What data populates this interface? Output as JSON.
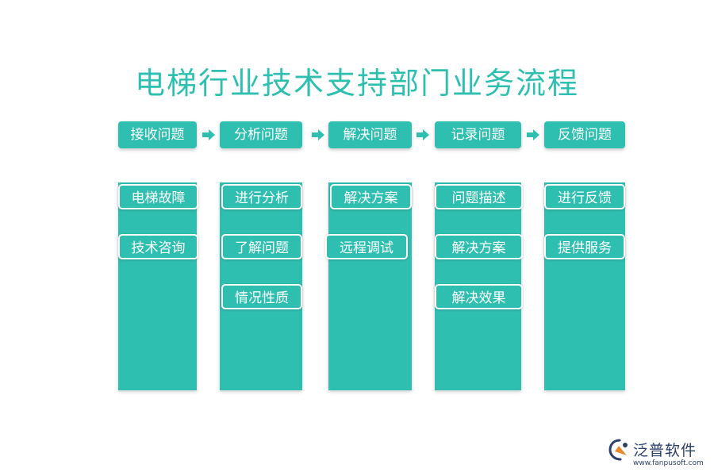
{
  "title": "电梯行业技术支持部门业务流程",
  "steps": [
    "接收问题",
    "分析问题",
    "解决问题",
    "记录问题",
    "反馈问题"
  ],
  "columns": [
    {
      "items": [
        "电梯故障",
        "技术咨询"
      ]
    },
    {
      "items": [
        "进行分析",
        "了解问题",
        "情况性质"
      ]
    },
    {
      "items": [
        "解决方案",
        "远程调试"
      ]
    },
    {
      "items": [
        "问题描述",
        "解决方案",
        "解决效果"
      ]
    },
    {
      "items": [
        "进行反馈",
        "提供服务"
      ]
    }
  ],
  "brand": {
    "name": "泛普软件",
    "url": "www.fanpusoft.com"
  },
  "colors": {
    "accent": "#2fbfb0",
    "brand": "#2b3f6b"
  }
}
